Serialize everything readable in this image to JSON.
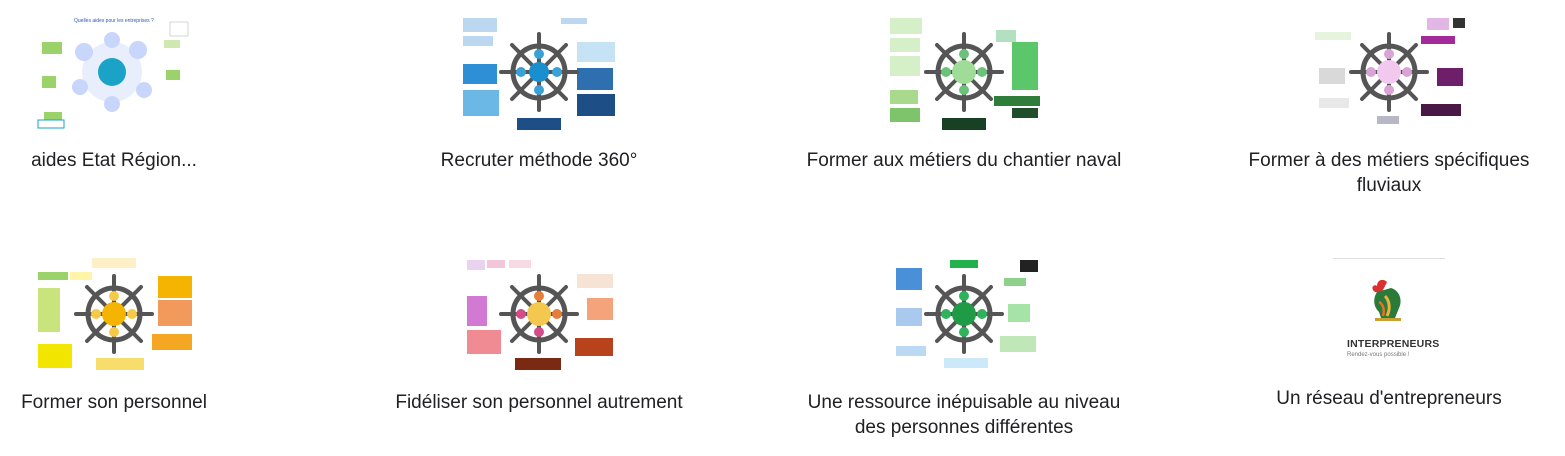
{
  "cards": [
    {
      "title": "aides Etat Région..."
    },
    {
      "title": "Recruter méthode 360°"
    },
    {
      "title": "Former aux métiers du chantier naval"
    },
    {
      "title": "Former à des métiers spécifiques fluviaux"
    },
    {
      "title": "Former son personnel"
    },
    {
      "title": "Fidéliser son personnel autrement"
    },
    {
      "title": "Une ressource inépuisable au niveau des personnes différentes"
    },
    {
      "title": "Un réseau d'entrepreneurs"
    }
  ],
  "logo": {
    "name": "INTERPRENEURS",
    "tagline": "Rendez-vous possible !"
  },
  "colors": {
    "wheel": "#555555",
    "thumb1_accent": "#1aa3c6",
    "thumb2_accent": "#1a8fcf",
    "thumb3_accent": "#2ea84a",
    "thumb4_accent": "#c24ab8",
    "thumb5_accent": "#f4b400",
    "thumb6_accent": "#e05a1c",
    "thumb7_accent": "#1f9a45",
    "logo_accent": "#d8312f"
  }
}
